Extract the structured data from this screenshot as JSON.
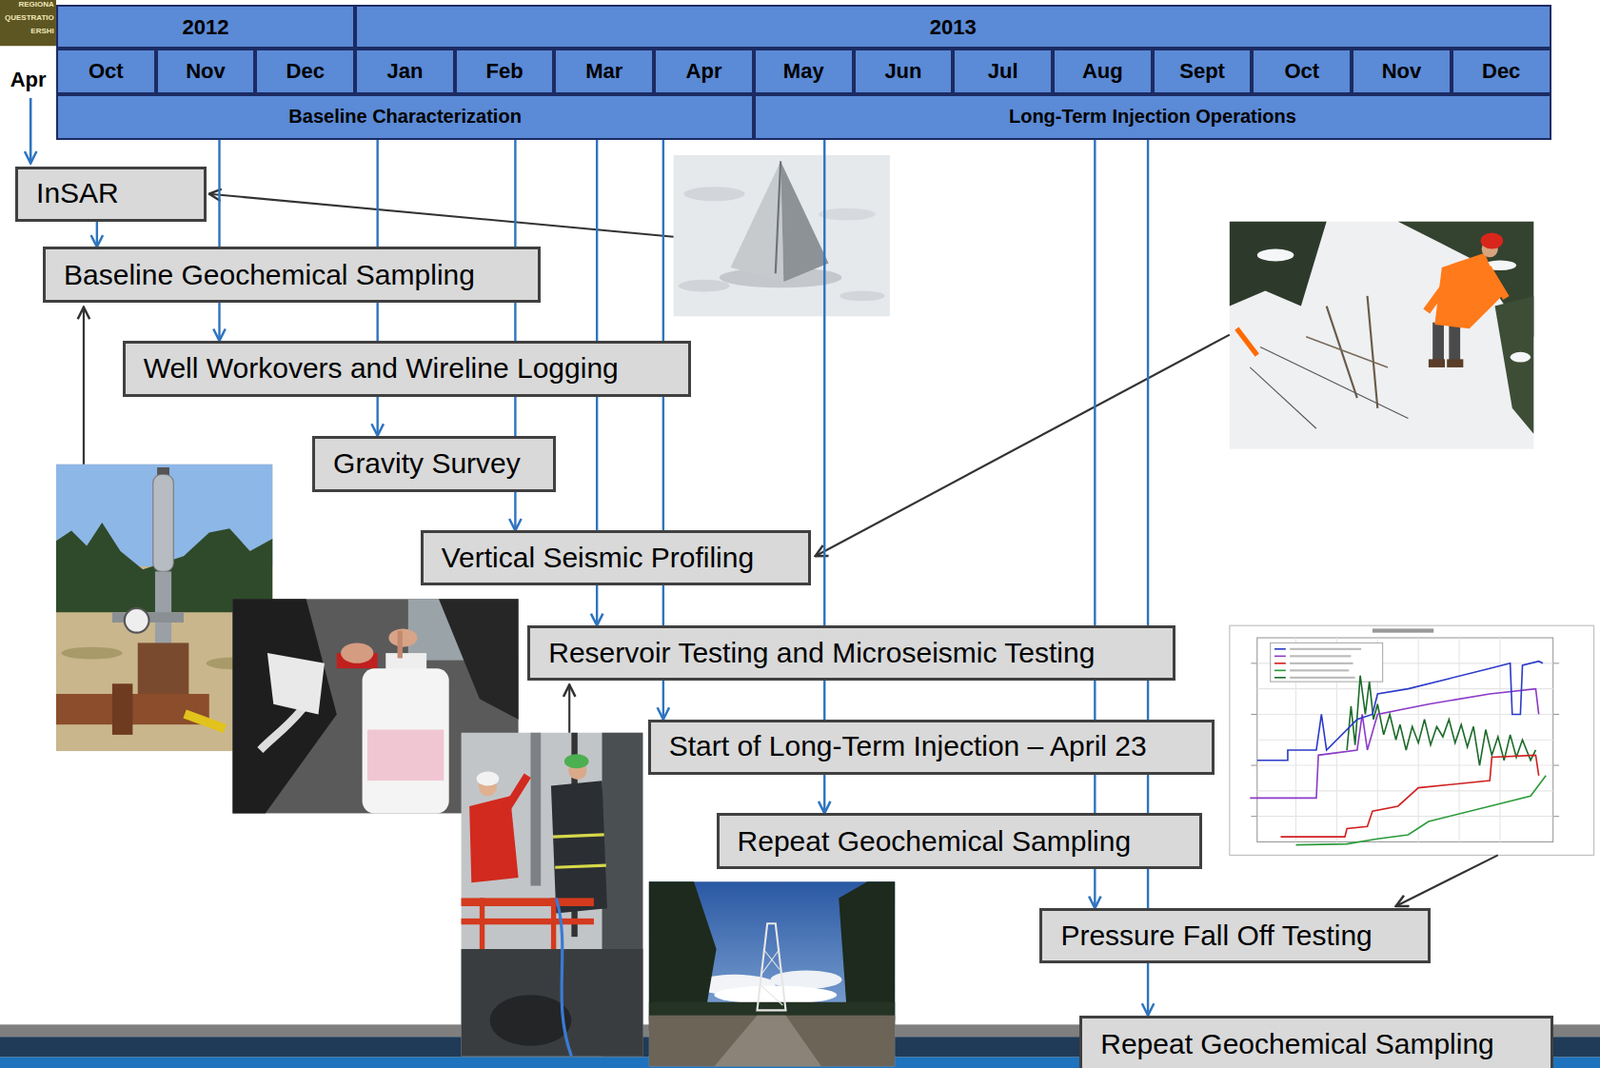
{
  "diagram": {
    "nodes": [
      {
        "text": [
          "2012"
        ]
      },
      {
        "text": [
          "2013"
        ]
      },
      {
        "text": [
          "Oct"
        ]
      },
      {
        "text": [
          "Nov"
        ]
      },
      {
        "text": [
          "Dec"
        ]
      },
      {
        "text": [
          "Jan"
        ]
      },
      {
        "text": [
          "Feb"
        ]
      },
      {
        "text": [
          "Mar"
        ]
      },
      {
        "text": [
          "Apr"
        ]
      },
      {
        "text": [
          "May"
        ]
      },
      {
        "text": [
          "Jun"
        ]
      },
      {
        "text": [
          "Jul"
        ]
      },
      {
        "text": [
          "Aug"
        ]
      },
      {
        "text": [
          "Sept"
        ]
      },
      {
        "text": [
          "Oct"
        ]
      },
      {
        "text": [
          "Nov"
        ]
      },
      {
        "text": [
          "Dec"
        ]
      },
      {
        "text": [
          "Baseline Characterization"
        ]
      },
      {
        "text": [
          "Long-Term Injection Operations"
        ]
      },
      {
        "text": [
          "InSAR"
        ]
      },
      {
        "text": [
          "Baseline Geochemical Sampling"
        ]
      },
      {
        "text": [
          "Well Workovers and Wireline Logging"
        ]
      },
      {
        "text": [
          "Gravity Survey"
        ]
      },
      {
        "text": [
          "Vertical Seismic Profiling"
        ]
      },
      {
        "text": [
          "Reservoir Testing and Microseismic Testing"
        ]
      },
      {
        "text": [
          "Start of Long-Term Injection – April 23"
        ]
      },
      {
        "text": [
          "Repeat Geochemical Sampling"
        ]
      },
      {
        "text": [
          "Pressure Fall Off Testing"
        ]
      },
      {
        "text": [
          "Repeat Geochemical Sampling"
        ]
      }
    ],
    "edges": [
      {
        "from": 19,
        "to": 20,
        "arrow": "to"
      },
      {
        "from": 17,
        "to": 21,
        "arrow": "to"
      },
      {
        "from": 17,
        "to": 22,
        "arrow": "to"
      },
      {
        "from": 17,
        "to": 23,
        "arrow": "to"
      },
      {
        "from": 17,
        "to": 24,
        "arrow": "to"
      },
      {
        "from": 17,
        "to": 25,
        "arrow": "to"
      },
      {
        "from": 18,
        "to": 26,
        "arrow": "to"
      },
      {
        "from": 18,
        "to": 27,
        "arrow": "to"
      },
      {
        "from": 18,
        "to": 28,
        "arrow": "to"
      }
    ],
    "labels": [
      "REGIONA",
      "QUESTRATIO",
      "ERSHI",
      "Apr"
    ]
  }
}
